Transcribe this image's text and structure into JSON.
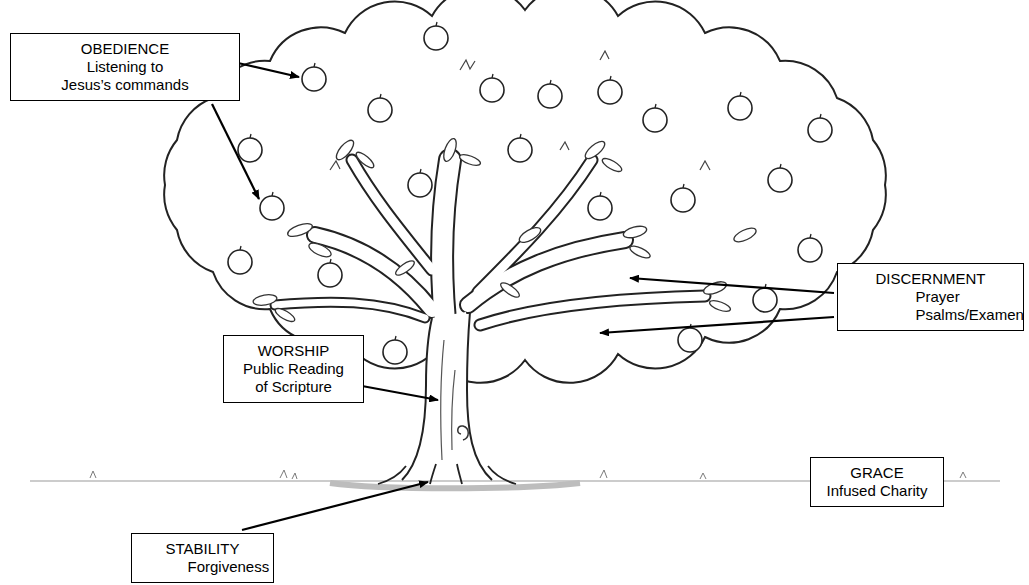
{
  "diagram": {
    "nodes": [
      {
        "text": [
          "OBEDIENCE",
          "Listening to Jesus’s commands"
        ]
      },
      {
        "text": [
          "DISCERNMENT",
          "Prayer Psalms/Examen"
        ]
      },
      {
        "text": [
          "WORSHIP",
          "Public Reading of Scripture"
        ]
      },
      {
        "text": [
          "GRACE",
          "Infused Charity"
        ]
      },
      {
        "text": [
          "STABILITY",
          "Forgiveness"
        ]
      }
    ]
  }
}
